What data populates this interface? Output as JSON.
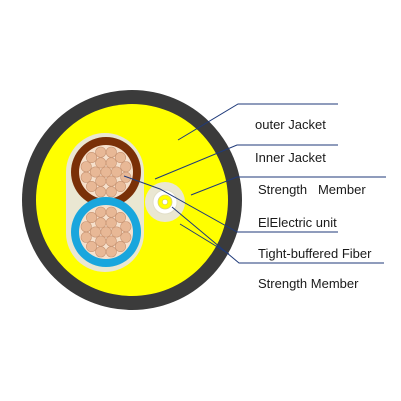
{
  "labels": [
    {
      "id": "outer-jacket",
      "text": "outer Jacket"
    },
    {
      "id": "inner-jacket",
      "text": "Inner Jacket"
    },
    {
      "id": "strength-member-1",
      "text": "Strength   Member"
    },
    {
      "id": "electric-unit",
      "text": "ElElectric unit"
    },
    {
      "id": "tight-buffered-fiber",
      "text": "Tight-buffered Fiber"
    },
    {
      "id": "strength-member-2",
      "text": "Strength Member"
    }
  ],
  "colors": {
    "outer_jacket": "#3b3b3b",
    "strength_yarn": "#ffff00",
    "inner_jacket": "#eae7d2",
    "conductor_1_insulation": "#7a3008",
    "conductor_2_insulation": "#19a6dd",
    "copper_strand": "#e8b896",
    "fiber_buffer": "#ffff00",
    "callout_line": "#1f3a7a"
  }
}
